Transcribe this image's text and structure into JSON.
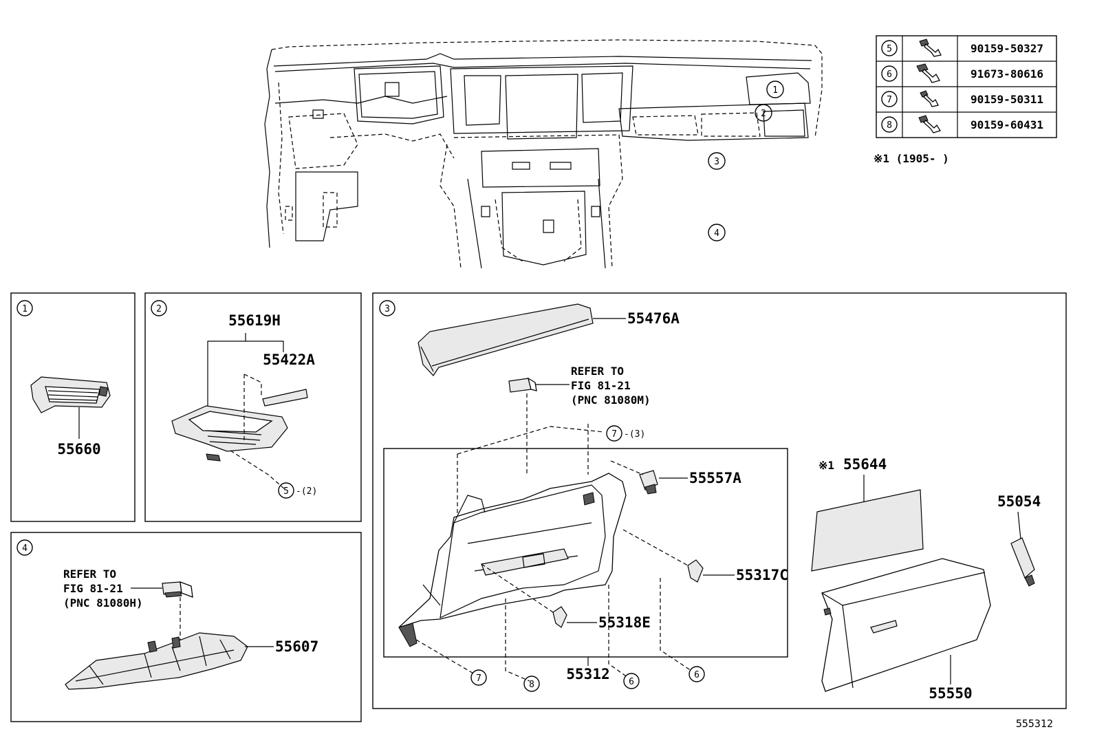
{
  "fastener_table": [
    {
      "key": "5",
      "part": "90159-50327"
    },
    {
      "key": "6",
      "part": "91673-80616"
    },
    {
      "key": "7",
      "part": "90159-50311"
    },
    {
      "key": "8",
      "part": "90159-60431"
    }
  ],
  "note": "※1 (1905-     )",
  "overview": {
    "callouts": [
      "1",
      "2",
      "3",
      "4"
    ]
  },
  "panel1": {
    "key": "1",
    "part": "55660"
  },
  "panel2": {
    "key": "2",
    "parts": [
      "55619H",
      "55422A"
    ],
    "fastener": "5",
    "fastener_qty": "-(2)"
  },
  "panel3": {
    "key": "3",
    "parts": {
      "top_panel": "55476A",
      "reinforcement": "55312",
      "bumper": "55557A",
      "catch": "55317C",
      "clip": "55318E",
      "pocket_panel": "55644",
      "pocket_note": "※1",
      "door": "55550",
      "damper": "55054"
    },
    "refer": [
      "REFER TO",
      "FIG 81-21",
      "(PNC 81080M)"
    ],
    "fastener_top": "7",
    "fastener_top_qty": "-(3)",
    "bottom_fasteners": [
      "7",
      "8",
      "6",
      "6"
    ]
  },
  "panel4": {
    "key": "4",
    "part": "55607",
    "refer": [
      "REFER TO",
      "FIG 81-21",
      "(PNC 81080H)"
    ]
  },
  "figure_id": "555312"
}
